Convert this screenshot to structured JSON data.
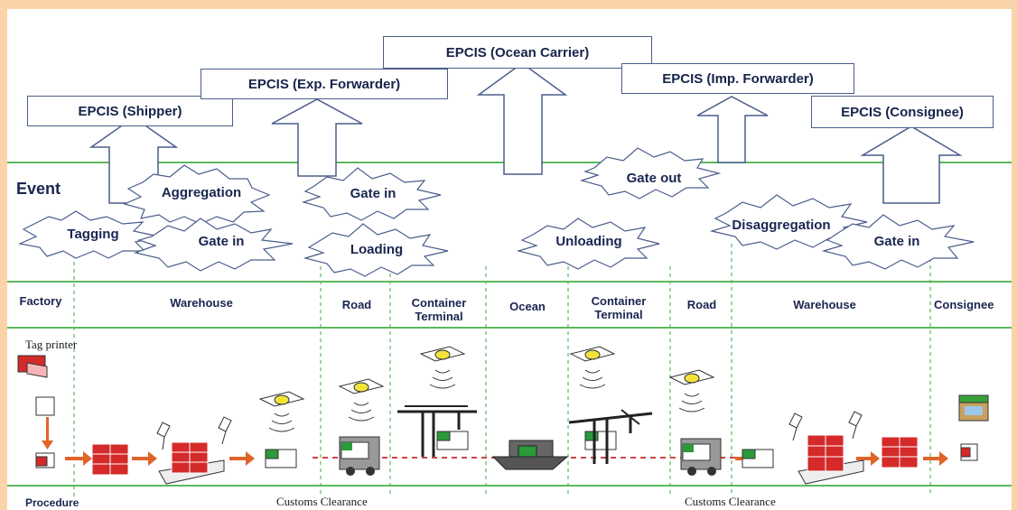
{
  "epcis": {
    "shipper": "EPCIS (Shipper)",
    "exp_forwarder": "EPCIS (Exp. Forwarder)",
    "ocean_carrier": "EPCIS (Ocean Carrier)",
    "imp_forwarder": "EPCIS (Imp. Forwarder)",
    "consignee": "EPCIS (Consignee)"
  },
  "event_heading": "Event",
  "events": {
    "tagging": "Tagging",
    "aggregation": "Aggregation",
    "gate_in_warehouse": "Gate in",
    "gate_in_road": "Gate in",
    "loading": "Loading",
    "unloading": "Unloading",
    "gate_out": "Gate out",
    "disaggregation": "Disaggregation",
    "gate_in_consignee": "Gate in"
  },
  "locations": {
    "factory": "Factory",
    "warehouse_1": "Warehouse",
    "road_1": "Road",
    "container_terminal_1": "Container\nTerminal",
    "ocean": "Ocean",
    "container_terminal_2": "Container\nTerminal",
    "road_2": "Road",
    "warehouse_2": "Warehouse",
    "consignee": "Consignee"
  },
  "tag_printer": "Tag printer",
  "procedure": "Procedure",
  "customs_clearance_1": "Customs Clearance",
  "customs_clearance_2": "Customs Clearance",
  "colors": {
    "page_border": "#fbd3a8",
    "band_line": "#5cb85c",
    "box_border": "#4a5d8a",
    "text": "#1a2550",
    "arrow": "#e0642a",
    "box_red": "#d42a2a"
  }
}
